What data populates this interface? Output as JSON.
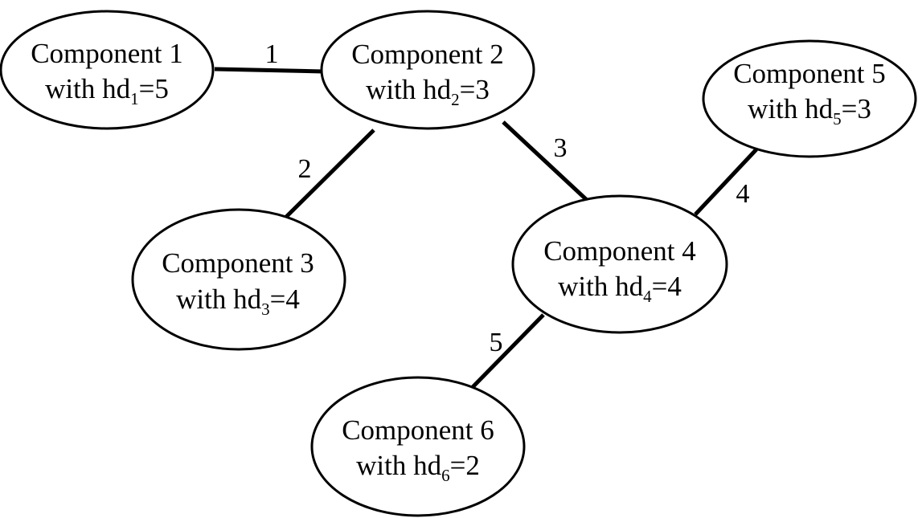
{
  "colors": {
    "stroke": "#000000",
    "fill": "#ffffff",
    "background": "#ffffff"
  },
  "nodes": [
    {
      "id": "c1",
      "title": "Component 1",
      "prefix": "with hd",
      "subscript": "1",
      "suffix": "=5"
    },
    {
      "id": "c2",
      "title": "Component 2",
      "prefix": "with hd",
      "subscript": "2",
      "suffix": "=3"
    },
    {
      "id": "c3",
      "title": "Component 3",
      "prefix": "with hd",
      "subscript": "3",
      "suffix": "=4"
    },
    {
      "id": "c4",
      "title": "Component 4",
      "prefix": "with hd",
      "subscript": "4",
      "suffix": "=4"
    },
    {
      "id": "c5",
      "title": "Component 5",
      "prefix": "with hd",
      "subscript": "5",
      "suffix": "=3"
    },
    {
      "id": "c6",
      "title": "Component 6",
      "prefix": "with hd",
      "subscript": "6",
      "suffix": "=2"
    }
  ],
  "edges": [
    {
      "from": "c1",
      "to": "c2",
      "label": "1"
    },
    {
      "from": "c2",
      "to": "c3",
      "label": "2"
    },
    {
      "from": "c2",
      "to": "c4",
      "label": "3"
    },
    {
      "from": "c4",
      "to": "c5",
      "label": "4"
    },
    {
      "from": "c4",
      "to": "c6",
      "label": "5"
    }
  ]
}
